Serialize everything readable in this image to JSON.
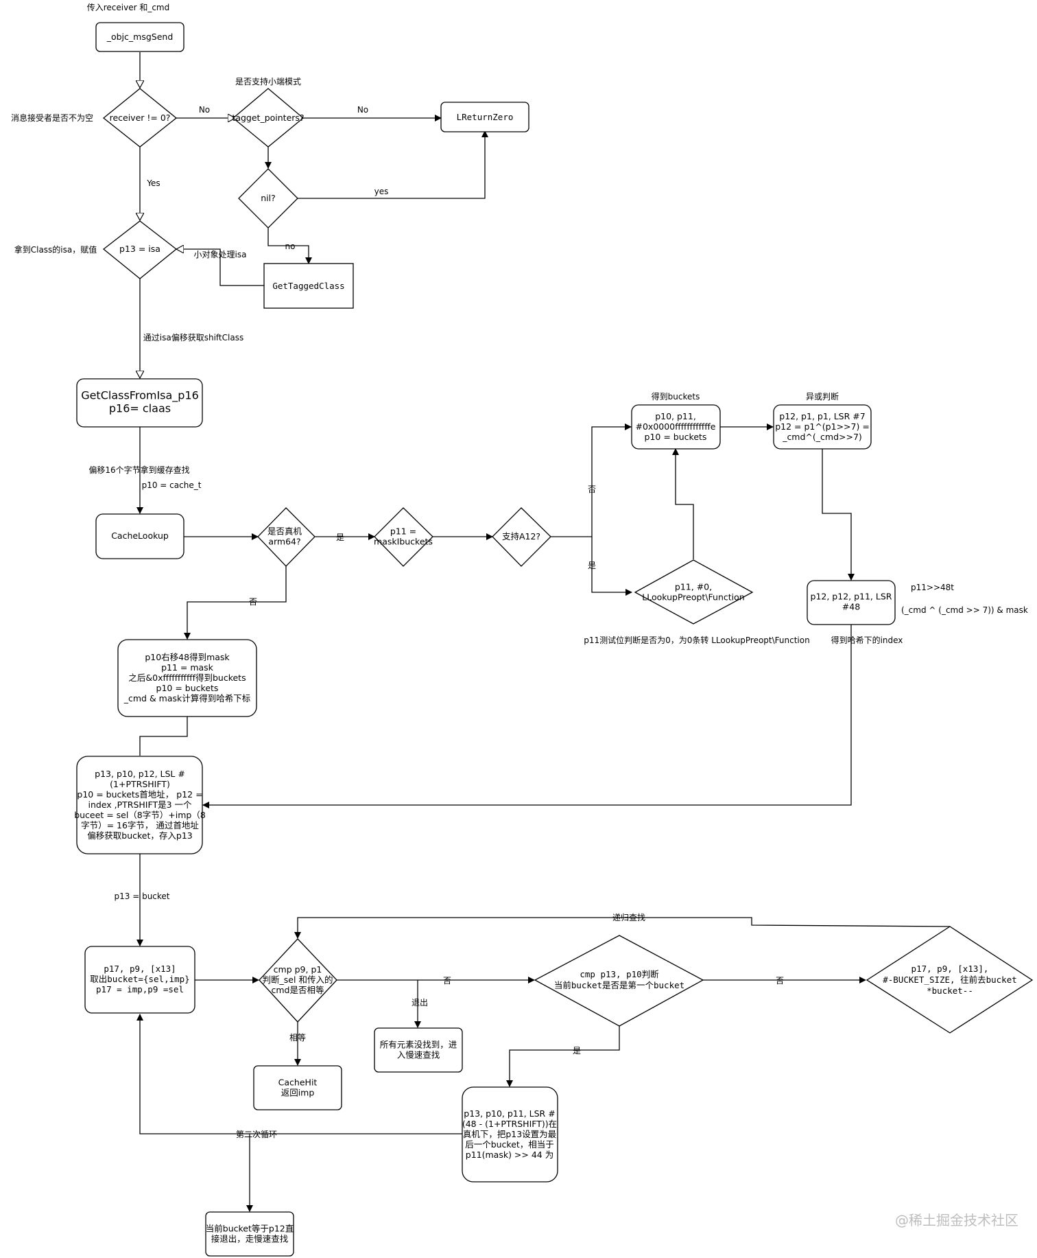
{
  "nodes": {
    "objc_msgSend": [
      "_objc_msgSend"
    ],
    "receiver_check": [
      "receiver != 0?"
    ],
    "tagged_pointers": [
      "tagget_pointers?"
    ],
    "return_zero": [
      "LReturnZero"
    ],
    "nil_check": [
      "nil?"
    ],
    "p13_isa": [
      "p13 = isa"
    ],
    "get_tagged_class": [
      "GetTaggedClass"
    ],
    "get_class_from_isa": [
      "GetClassFromIsa_p16",
      "p16= claas"
    ],
    "cache_lookup": [
      "CacheLookup"
    ],
    "arm64_check": [
      "是否真机",
      "arm64?"
    ],
    "p11_mask_buckets": [
      "p11 =",
      "maskIbuckets"
    ],
    "a12_check": [
      "支持A12?"
    ],
    "buckets_and": [
      "p10, p11,",
      "#0x0000ffffffffffffe",
      "p10 = buckets"
    ],
    "lsr_7": [
      "p12, p1, p1, LSR #7",
      "p12 = p1^(p1>>7) =",
      "_cmd^(_cmd>>7)"
    ],
    "lookup_preopt": [
      "p11, #0,",
      "LLookupPreopt\\Function"
    ],
    "lsr_48": [
      "p12, p12, p11, LSR",
      "#48"
    ],
    "mask_box": [
      "p10右移48得到mask",
      "p11 = mask",
      "之后&0xfffffffffff得到buckets",
      "p10 = buckets",
      "_cmd & mask计算得到哈希下标"
    ],
    "lsl_box": [
      "p13, p10, p12, LSL #",
      "(1+PTRSHIFT)",
      "p10 = buckets首地址， p12 =",
      "index ,PTRSHIFT是3 一个",
      "buceet = sel（8字节）+imp（8",
      "字节）= 16字节， 通过首地址",
      "偏移获取bucket，存入p13"
    ],
    "ldp_box": [
      "p17, p9, [x13]",
      "取出bucket={sel,imp}",
      "p17 = imp,p9 =sel"
    ],
    "cmp_sel": [
      "cmp p9, p1",
      "判断_sel 和传入的",
      "cmd是否相等"
    ],
    "cmp_first": [
      "cmp p13, p10判断",
      "当前bucket是否是第一个bucket"
    ],
    "ldp_prev": [
      "p17, p9, [x13],",
      "#-BUCKET_SIZE, 往前去bucket",
      "*bucket--"
    ],
    "slow_lookup": [
      "所有元素没找到，进",
      "入慢速查找"
    ],
    "cache_hit": [
      "CacheHit",
      "返回imp"
    ],
    "last_bucket": [
      "p13, p10, p11, LSR #",
      "(48 - (1+PTRSHIFT))在",
      "真机下，把p13设置为最",
      "后一个bucket，相当于",
      "p11(mask) >> 44 为"
    ],
    "equals_p12": [
      "当前bucket等于p12直",
      "接退出，走慢速查找"
    ]
  },
  "edge_labels": {
    "no1": "No",
    "no2": "No",
    "yes_nil": "yes",
    "yes_receiver": "Yes",
    "no_nil": "no",
    "small_obj": "小对象处理isa",
    "shift_class": "通过isa偏移获取shiftClass",
    "offset_16": "偏移16个字节拿到缓存查找",
    "p10_cache": "p10 = cache_t",
    "shi_arm": "是",
    "fou_arm": "否",
    "fou_a12": "否",
    "shi_a12": "是",
    "p13_bucket": "p13 = bucket",
    "fou_cmp": "否",
    "tuichu": "退出",
    "xiangdeng": "相等",
    "fou_first": "否",
    "shi_first": "是",
    "second_loop": "第二次循环",
    "recursive": "递归查找"
  },
  "annotations": {
    "pass_receiver": "传入receiver 和_cmd",
    "receiver_nonnull": "消息接受者是否不为空",
    "little_endian": "是否支持小端模式",
    "get_isa": "拿到Class的isa，赋值",
    "got_buckets": "得到buckets",
    "xor_judge": "异或判断",
    "p11_48t": "p11>>48t",
    "hash_formula": "(_cmd ^ (_cmd >> 7)) & mask",
    "test_bit": "p11测试位判断是否为0，为0条转 LLookupPreopt\\Function",
    "hash_index": "得到哈希下的index",
    "watermark": "@稀土掘金技术社区"
  }
}
